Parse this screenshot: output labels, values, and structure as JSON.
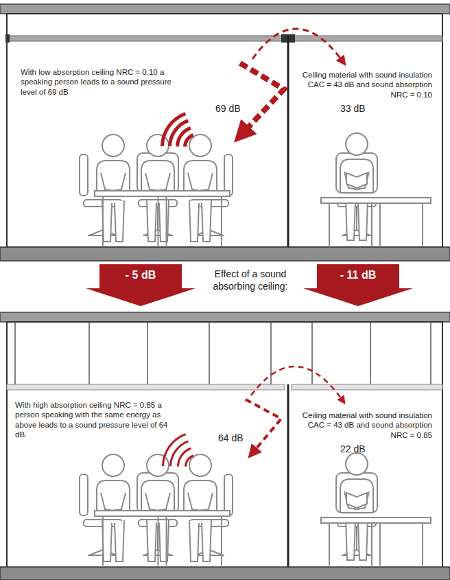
{
  "diagram": {
    "nodes": [
      {
        "text": [
          "- 5 dB"
        ]
      },
      {
        "text": [
          "- 11 dB"
        ]
      }
    ],
    "labels": [
      "With low absorption ceiling NRC = 0.10 a speaking person leads to a sound pressure level of 69 dB",
      "69 dB",
      "Ceiling material with sound insulation CAC = 43 dB and sound absorption NRC = 0.10",
      "33 dB",
      "Effect of a sound absorbing ceiling:",
      "With high absorption ceiling NRC = 0.85 a person speaking with the same energy as above leads to a sound pressure level of 64 dB.",
      "64 dB",
      "Ceiling material with sound insulation CAC = 43 dB and sound absorption NRC = 0.85",
      "22 dB"
    ]
  }
}
